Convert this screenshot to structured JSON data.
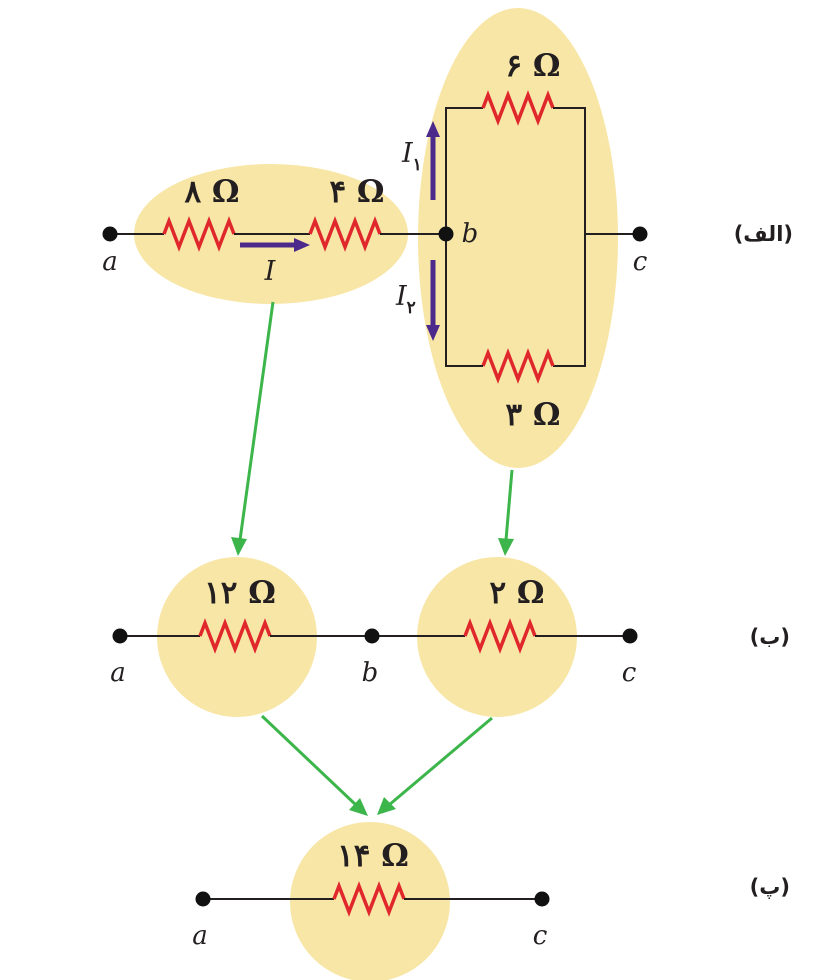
{
  "panels": {
    "a": {
      "label": "(الف)"
    },
    "b": {
      "label": "(ب)"
    },
    "c": {
      "label": "(پ)"
    }
  },
  "resistors": {
    "r8": "۸ Ω",
    "r4": "۴ Ω",
    "r6": "۶ Ω",
    "r3": "۳ Ω",
    "r12": "۱۲ Ω",
    "r2": "۲ Ω",
    "r14": "۱۴ Ω"
  },
  "nodes": {
    "a": "a",
    "b": "b",
    "c": "c"
  },
  "currents": {
    "total": "I",
    "branch1": "I",
    "branch1_sub": "۱",
    "branch2": "I",
    "branch2_sub": "۲"
  },
  "colors": {
    "highlight": "#f8e6a6",
    "resistor": "#e0282c",
    "reduction_arrow": "#3cb54a",
    "current_arrow": "#4b2a8c"
  }
}
